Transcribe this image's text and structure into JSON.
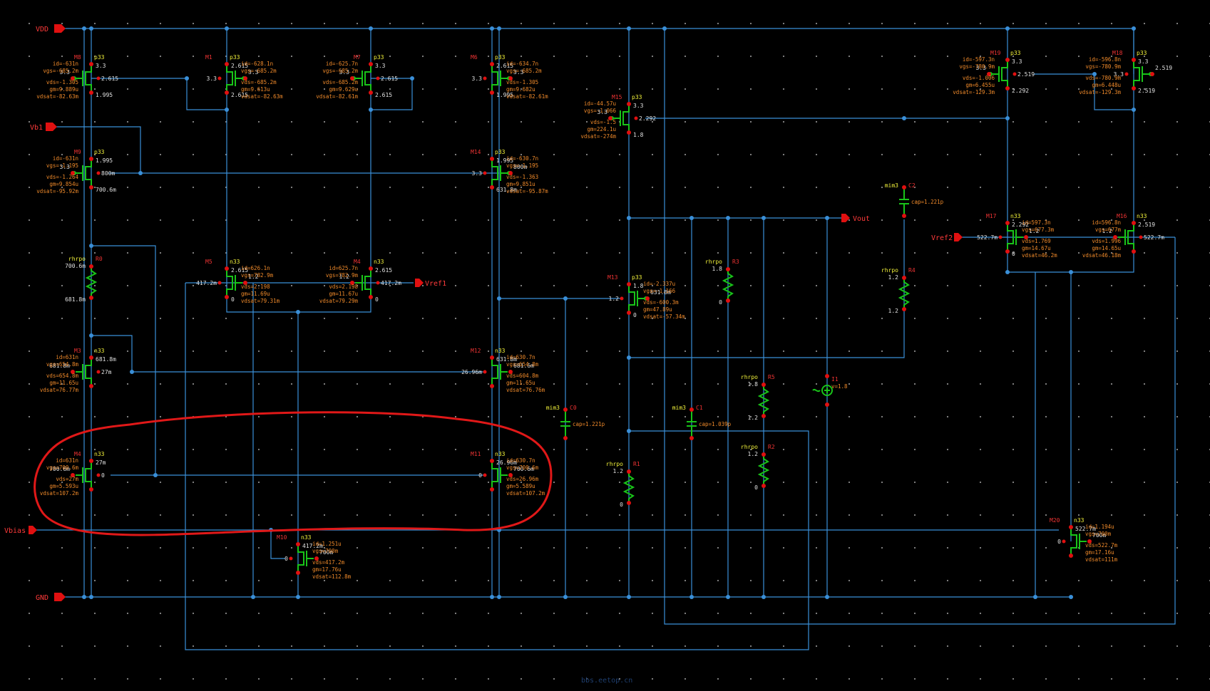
{
  "schematic": {
    "background": "#000000",
    "wire_color": "#3a8fd8",
    "device_color": "#19c419",
    "pin_color": "#e01010",
    "highlight_color": "#e01818",
    "pins": [
      {
        "id": "vdd",
        "label": "VDD"
      },
      {
        "id": "vb1",
        "label": "Vb1"
      },
      {
        "id": "vref1",
        "label": "Vref1"
      },
      {
        "id": "vout",
        "label": "Vout"
      },
      {
        "id": "vref2",
        "label": "Vref2"
      },
      {
        "id": "vbias",
        "label": "Vbias"
      },
      {
        "id": "gnd",
        "label": "GND"
      }
    ],
    "transistors": [
      {
        "id": "m8",
        "name": "M8",
        "type": "p33",
        "ops": [
          "id=-631n",
          "vgs=-685.2m",
          "vds=-1.305",
          "gm=9.889u",
          "vdsat=-82.63m"
        ],
        "nodes": [
          "3.3",
          "3.3",
          "2.615",
          "1.995"
        ]
      },
      {
        "id": "m1",
        "name": "M1",
        "type": "p33",
        "ops": [
          "id=-628.1n",
          "vgs=-685.2m",
          "vds=-685.2m",
          "gm=9.613u",
          "vdsat=-82.63m"
        ],
        "nodes": [
          "2.615",
          "3.3",
          "3.3",
          "2.615"
        ]
      },
      {
        "id": "m7",
        "name": "M7",
        "type": "p33",
        "ops": [
          "id=-625.7n",
          "vgs=-685.2m",
          "vds=-685.2m",
          "gm=9.629u",
          "vdsat=-82.61m"
        ],
        "nodes": [
          "3.3",
          "3.3",
          "2.615",
          "2.615"
        ]
      },
      {
        "id": "m6",
        "name": "M6",
        "type": "p33",
        "ops": [
          "id=-634.7n",
          "vgs=-685.2m",
          "vds=-1.305",
          "gm=9.682u",
          "vdsat=-82.61m"
        ],
        "nodes": [
          "2.615",
          "3.3",
          "3.3",
          "1.995"
        ]
      },
      {
        "id": "m9",
        "name": "M9",
        "type": "p33",
        "ops": [
          "id=-631n",
          "vgs=-1.195",
          "vds=-1.264",
          "gm=9.854u",
          "vdsat=-95.92m"
        ],
        "nodes": [
          "1.995",
          "3.3",
          "800m",
          "700.6m"
        ]
      },
      {
        "id": "m14",
        "name": "M14",
        "type": "p33",
        "ops": [
          "id=-630.7n",
          "vgs=-1.195",
          "vds=-1.363",
          "gm=9.851u",
          "vdsat=-95.87m"
        ],
        "nodes": [
          "1.995",
          "800m",
          "3.3",
          "631.8m"
        ]
      },
      {
        "id": "m5",
        "name": "M5",
        "type": "n33",
        "ops": [
          "id=626.1n",
          "vgs=782.9m",
          "vds=2.198",
          "gm=11.69u",
          "vdsat=79.31m"
        ],
        "nodes": [
          "2.615",
          "1.2",
          "417.2m",
          "0"
        ]
      },
      {
        "id": "m4",
        "name": "M4",
        "type": "n33",
        "ops": [
          "id=625.7n",
          "vgs=782.9m",
          "vds=2.198",
          "gm=11.67u",
          "vdsat=79.29m"
        ],
        "nodes": [
          "2.615",
          "1.2",
          "417.2m",
          "0"
        ]
      },
      {
        "id": "m3",
        "name": "M3",
        "type": "n33",
        "ops": [
          "id=631n",
          "vgs=654.8m",
          "vds=654.8m",
          "gm=11.65u",
          "vdsat=76.77m"
        ],
        "nodes": [
          "681.8m",
          "681.8m",
          "27m"
        ]
      },
      {
        "id": "m12",
        "name": "M12",
        "type": "n33",
        "ops": [
          "id=630.7n",
          "vgs=654.8m",
          "vds=604.8m",
          "gm=11.65u",
          "vdsat=76.76m"
        ],
        "nodes": [
          "631.8m",
          "681.6m",
          "26.96m"
        ]
      },
      {
        "id": "m4b",
        "name": "M4",
        "type": "n33",
        "ops": [
          "id=631n",
          "vgs=700.6m",
          "vds=27m",
          "gm=5.593u",
          "vdsat=107.2m"
        ],
        "nodes": [
          "27m",
          "700.6m",
          "0"
        ]
      },
      {
        "id": "m11",
        "name": "M11",
        "type": "n33",
        "ops": [
          "id=630.7n",
          "vgs=700.6m",
          "vds=26.96m",
          "gm=5.589u",
          "vdsat=107.2m"
        ],
        "nodes": [
          "26.96m",
          "700.6m",
          "0"
        ]
      },
      {
        "id": "m10",
        "name": "M10",
        "type": "n33",
        "ops": [
          "id=1.251u",
          "vgs=700m",
          "vds=417.2m",
          "gm=17.76u",
          "vdsat=112.8m"
        ],
        "nodes": [
          "417.2m",
          "700m",
          "0"
        ]
      },
      {
        "id": "m15",
        "name": "M15",
        "type": "p33",
        "ops": [
          "id=-44.57u",
          "vgs=-1.066",
          "vds=-1.5",
          "gm=224.1u",
          "vdsat=-274m"
        ],
        "nodes": [
          "3.3",
          "3.3",
          "2.292",
          "1.8"
        ]
      },
      {
        "id": "m13",
        "name": "M13",
        "type": "p33",
        "ops": [
          "id=-2.337u",
          "vgs=-1.166",
          "vds=-600.3m",
          "gm=47.89u",
          "vdsat=-57.34m"
        ],
        "nodes": [
          "1.8",
          "631.8m",
          "1.2",
          "0"
        ]
      },
      {
        "id": "m19",
        "name": "M19",
        "type": "p33",
        "ops": [
          "id=-597.3n",
          "vgs=-780.9m",
          "vds=-1.006",
          "gm=6.455u",
          "vdsat=-129.3m"
        ],
        "nodes": [
          "3.3",
          "3.3",
          "2.519",
          "2.292"
        ]
      },
      {
        "id": "m18",
        "name": "M18",
        "type": "p33",
        "ops": [
          "id=-596.8n",
          "vgs=-780.9m",
          "vds=-780.9m",
          "gm=6.448u",
          "vdsat=-129.3m"
        ],
        "nodes": [
          "3.3",
          "2.519",
          "3.3",
          "2.519"
        ]
      },
      {
        "id": "m17",
        "name": "M17",
        "type": "n33",
        "ops": [
          "id=597.3n",
          "vgs=677.3m",
          "vds=1.769",
          "gm=14.67u",
          "vdsat=46.2m"
        ],
        "nodes": [
          "2.292",
          "1.2",
          "522.7m",
          "0"
        ]
      },
      {
        "id": "m16",
        "name": "M16",
        "type": "n33",
        "ops": [
          "id=596.8n",
          "vgs=677m",
          "vds=1.996",
          "gm=14.65u",
          "vdsat=46.18m"
        ],
        "nodes": [
          "2.519",
          "1.2",
          "522.7m"
        ]
      },
      {
        "id": "m20",
        "name": "M20",
        "type": "n33",
        "ops": [
          "id=1.194u",
          "vgs=700m",
          "vds=522.7m",
          "gm=17.16u",
          "vdsat=111m"
        ],
        "nodes": [
          "522.7m",
          "700m",
          "0"
        ]
      }
    ],
    "resistors": [
      {
        "id": "r0",
        "name": "R0",
        "type": "rhrpo",
        "nodes": [
          "700.6m",
          "681.8m"
        ]
      },
      {
        "id": "r3",
        "name": "R3",
        "type": "rhrpo",
        "nodes": [
          "1.8",
          "0"
        ]
      },
      {
        "id": "r4",
        "name": "R4",
        "type": "rhrpo",
        "nodes": [
          "1.2",
          "1.2"
        ]
      },
      {
        "id": "r5",
        "name": "R5",
        "type": "rhrpo",
        "nodes": [
          "1.8",
          "1.2"
        ]
      },
      {
        "id": "r2",
        "name": "R2",
        "type": "rhrpo",
        "nodes": [
          "1.2",
          "0"
        ]
      },
      {
        "id": "r1",
        "name": "R1",
        "type": "rhrpo",
        "nodes": [
          "1.2",
          "0"
        ]
      }
    ],
    "capacitors": [
      {
        "id": "c2",
        "name": "C2",
        "type": "mim3",
        "value": "cap=1.221p"
      },
      {
        "id": "c0",
        "name": "C0",
        "type": "mim3",
        "value": "cap=1.221p"
      },
      {
        "id": "c1",
        "name": "C1",
        "type": "mim3",
        "value": "cap=1.039p"
      }
    ],
    "sources": [
      {
        "id": "i1",
        "name": "I1",
        "value": "v=1.8"
      }
    ],
    "watermark": "bbs.eetop.cn"
  }
}
